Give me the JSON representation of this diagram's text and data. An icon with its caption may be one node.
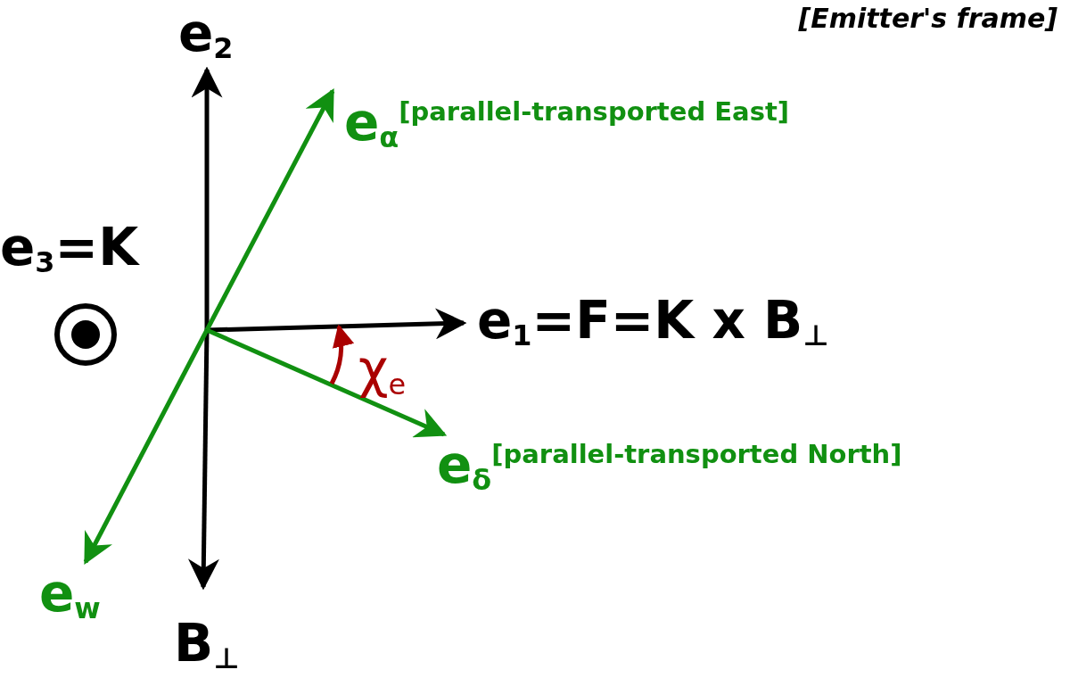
{
  "diagram": {
    "title": "[Emitter's frame]",
    "labels": [
      "e$_{2}$",
      "e$_{α}$$^{[parallel-transported East]}$",
      "e$_{3}$=K",
      "e$_{1}$=F=K x B$_{⊥}$",
      "χ$_{e}$",
      "e$_{δ}$$^{[parallel-transported North]}$",
      "e$_{w}$",
      "B$_{⊥}$"
    ]
  }
}
